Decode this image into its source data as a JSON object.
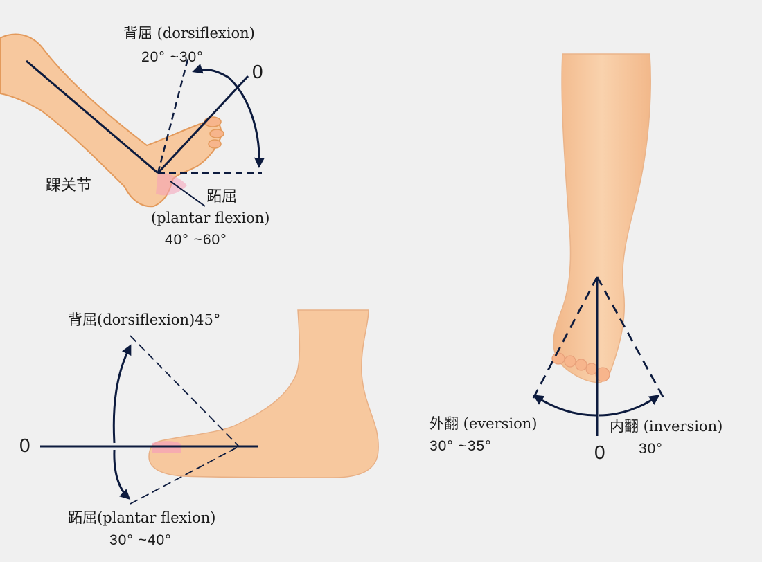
{
  "panel_top_left": {
    "dorsiflexion_label": "背屈 (dorsiflexion)",
    "dorsiflexion_range": "20°  ~30°",
    "zero_label": "0",
    "joint_label": "踝关节",
    "plantar_label_cn": "跖屈",
    "plantar_label_en": "(plantar flexion)",
    "plantar_range": "40°  ~60°"
  },
  "panel_bottom_left": {
    "dorsiflexion_label": "背屈(dorsiflexion)45°",
    "zero_label": "0",
    "plantar_label": "跖屈(plantar flexion)",
    "plantar_range": "30°  ~40°"
  },
  "panel_right": {
    "eversion_label": "外翻 (eversion)",
    "eversion_range": "30°  ~35°",
    "inversion_label": "内翻 (inversion)",
    "zero_label": "0",
    "inversion_range": "30°"
  },
  "colors": {
    "background": "#f0f0f0",
    "skin": "#f7c89e",
    "skin_outline": "#e39a5c",
    "line": "#0d1b3e",
    "joint_highlight": "#f5a0b8"
  }
}
